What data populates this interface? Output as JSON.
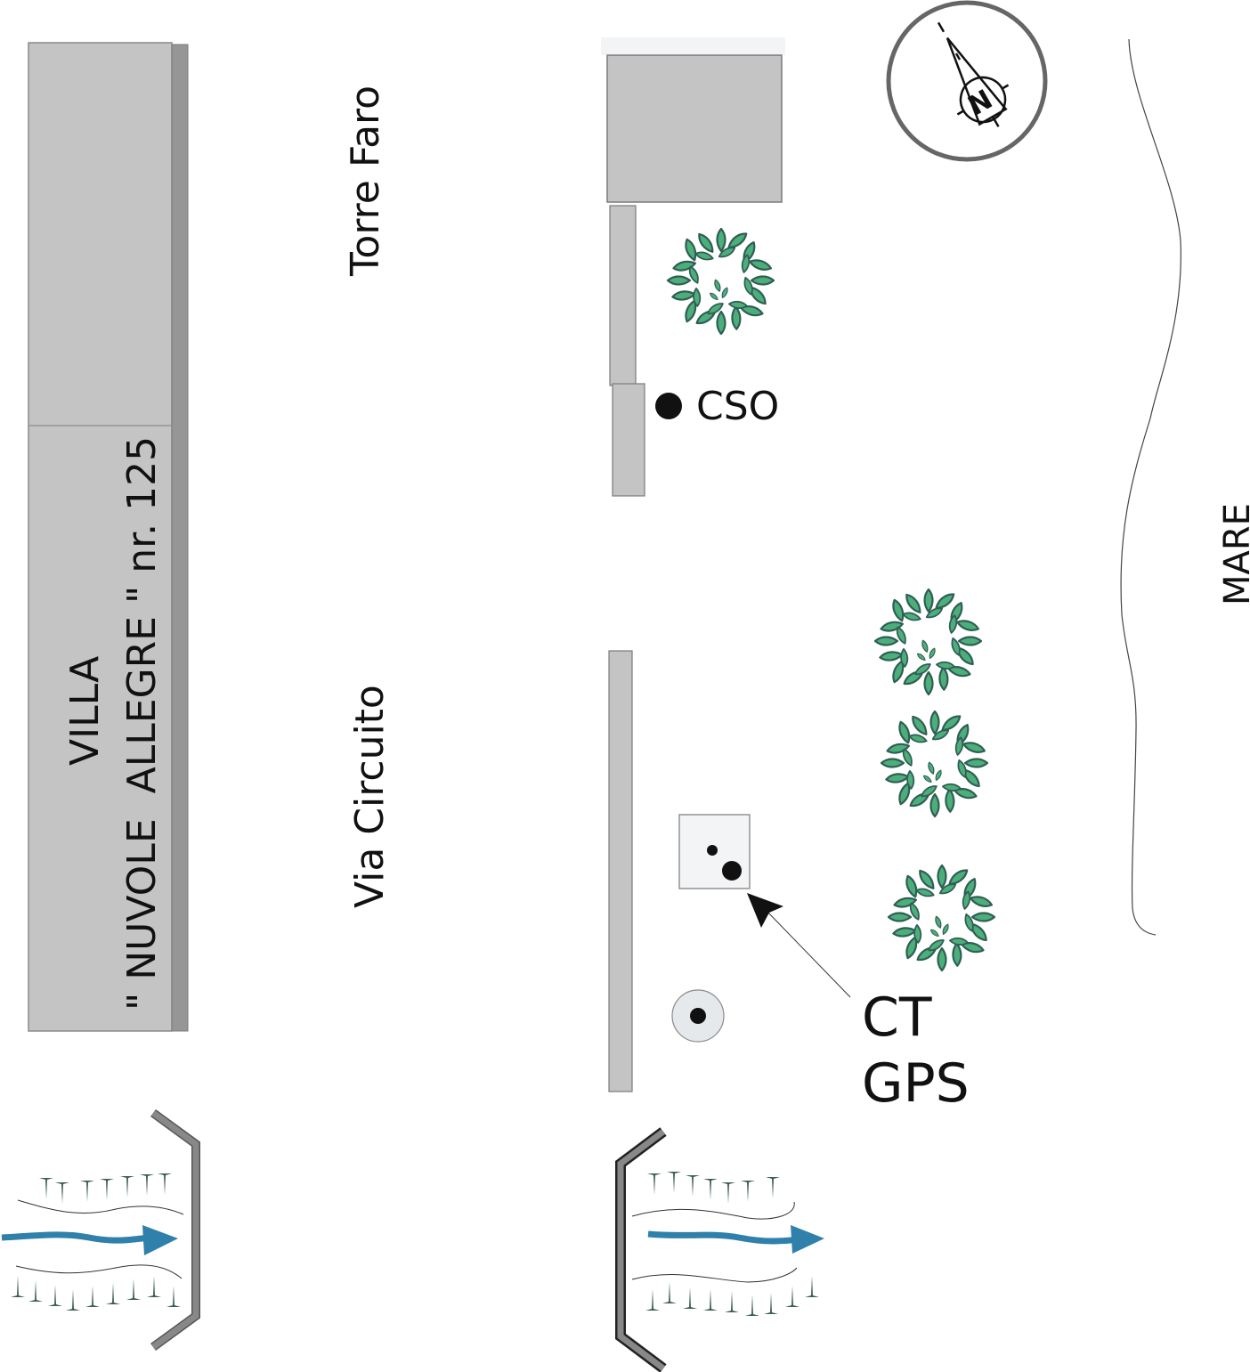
{
  "map": {
    "villa": {
      "line1": "VILLA",
      "line2": "\" NUVOLE  ALLEGRE \" nr. 125"
    },
    "streets": {
      "torre_faro": "Torre Faro",
      "via_circuito": "Via Circuito"
    },
    "sea_label": "MARE",
    "markers": {
      "cso": "CSO",
      "ct": "CT",
      "gps": "GPS"
    },
    "compass": {
      "letter": "N"
    },
    "colors": {
      "building": "#c4c4c4",
      "building_edge": "#969696",
      "tree_fill": "#4caf7a",
      "tree_stroke": "#2f5e55",
      "wind_arrow": "#2f80aa",
      "barrier": "#808080",
      "text": "#111111"
    }
  }
}
